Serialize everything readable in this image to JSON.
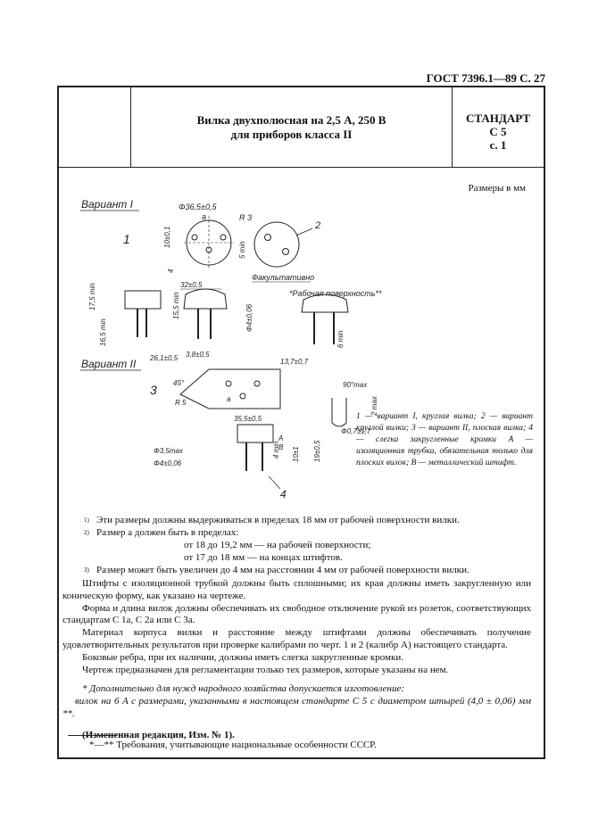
{
  "header": {
    "text": "ГОСТ 7396.1—89 С. 27"
  },
  "title": {
    "line1": "Вилка двухполюсная на 2,5 А, 250 В",
    "line2": "для приборов класса II",
    "standard_label": "СТАНДАРТ",
    "standard_code": "С 5",
    "standard_page": "с. 1"
  },
  "drawing": {
    "dims_note": "Размеры в мм",
    "variant1": "Вариант I",
    "variant2": "Вариант II",
    "label_1": "1",
    "label_2": "2",
    "label_3": "3",
    "label_4": "4",
    "dim_d365": "Φ36,5±0,5",
    "dim_a1": "a",
    "dim_R3": "R  3",
    "dim_5min": "5 min",
    "dim_10": "10±0,1",
    "dim_4": "4",
    "dim_32": "32±0,5",
    "dim_fak": "Факультативно",
    "dim_rab": "*Рабочая поверхность**",
    "dim_175": "17,5 min",
    "dim_155": "15,5 min",
    "dim_165": "16,5 min",
    "dim_phi4": "Φ4±0,06",
    "dim_6min": "6 min",
    "dim_38": "3,8±0,5",
    "dim_261": "26,1±0,5",
    "dim_137": "13,7±0,7",
    "dim_90": "90°max",
    "dim_2max": "2 max",
    "dim_phi07": "Φ0,7±1,7",
    "dim_45": "45°",
    "dim_R5": "R  5",
    "dim_a2": "a",
    "dim_355": "35,5±0,5",
    "dim_4min": "4 min",
    "dim_10b": "10±1",
    "dim_19": "19±0,5",
    "dim_phi35": "Φ3,5max",
    "dim_phi4b": "Φ4±0,06",
    "dim_A": "A",
    "dim_B": "B"
  },
  "legend": "1 — вариант I, круглая вилка; 2 — вариант круглой вилки; 3 — вариант II, плоская вилка; 4 — слегка закругленные кромки A — изоляционная трубка, обязательная только для плоских вилок; B — металлический штифт.",
  "notes": {
    "n1_mark": "1)",
    "n1": "Эти размеры должны выдерживаться в пределах 18 мм от рабочей поверхности вилки.",
    "n2_mark": "2)",
    "n2": "Размер a должен быть в пределах:",
    "n2a": "от 18 до 19,2 мм — на рабочей поверхности;",
    "n2b": "от 17 до 18 мм — на концах штифтов.",
    "n3_mark": "3)",
    "n3": "Размер может быть увеличен до 4 мм на расстоянии 4 мм от рабочей поверхности вилки."
  },
  "body": {
    "p1": "Штифты с изоляционной трубкой должны быть сплошными; их края должны иметь закругленную или коническую форму, как указано на чертеже.",
    "p2": "Форма и длина вилок должны обеспечивать их свободное отключение рукой из розеток, соответствующих стандартам С 1а, С 2а или С 3а.",
    "p3": "Материал корпуса вилки и расстояние между штифтами должны обеспечивать получение удовлетворительных результатов при проверке калибрами по черт. 1 и 2 (калибр A) настоящего стандарта.",
    "p4": "Боковые ребра, при их наличии, должны иметь слегка закругленные кромки.",
    "p5": "Чертеж предназначен для регламентации только тех размеров, которые указаны на нем.",
    "star1": "* Дополнительно для нужд народного хозяйства допускается изготовление:",
    "star2": "вилок на 6 A с размерами, указанными в настоящем стандарте С 5 с диаметром штырей (4,0 ± 0,06) мм **.",
    "amend": "(Измененная редакция, Изм. № 1)."
  },
  "footnote": "*—** Требования, учитывающие национальные особенности СССР."
}
